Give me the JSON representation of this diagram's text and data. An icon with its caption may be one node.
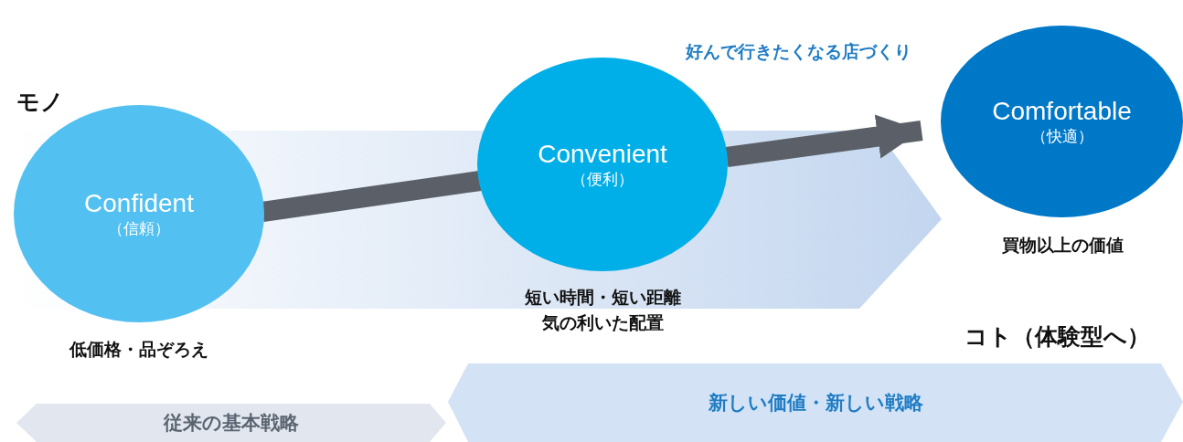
{
  "diagram": {
    "nodes": [
      {
        "text": [
          "Confident",
          "（信頼）"
        ],
        "beside": [
          "低価格・品ぞろえ"
        ]
      },
      {
        "text": [
          "Convenient",
          "（便利）"
        ],
        "beside": [
          "短い時間・短い距離",
          "気の利いた配置"
        ]
      },
      {
        "text": [
          "Comfortable",
          "（快適）"
        ],
        "beside": [
          "買物以上の価値"
        ]
      },
      {
        "text": [
          "従来の基本戦略"
        ]
      },
      {
        "text": [
          "新しい価値・新しい戦略"
        ]
      }
    ],
    "edges": [
      {
        "from": 0,
        "to": 1,
        "arrow": "none"
      },
      {
        "from": 1,
        "to": 2,
        "arrow": "to"
      }
    ],
    "labels": [
      "好んで行きたくなる店づくり",
      "モノ",
      "コト（体験型へ）"
    ]
  }
}
